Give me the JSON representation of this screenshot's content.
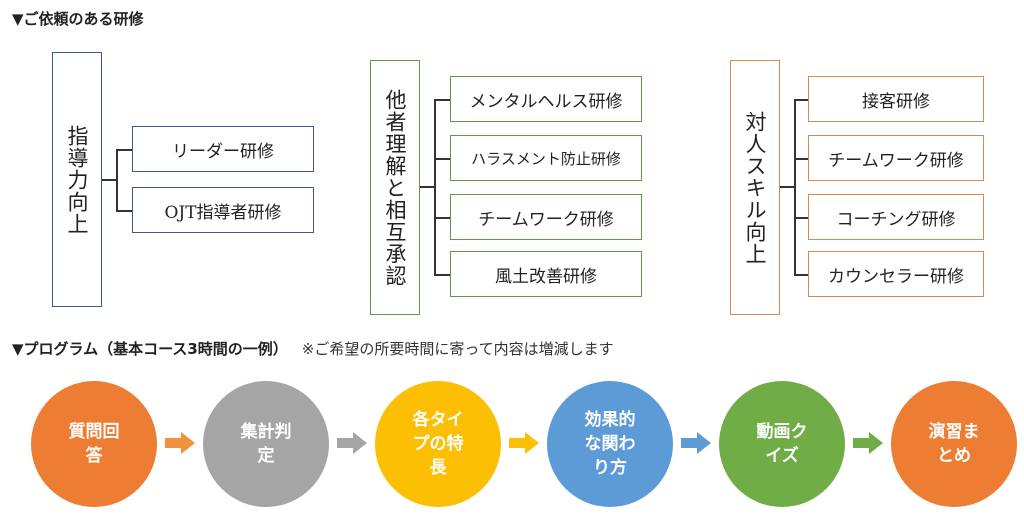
{
  "section1": {
    "title": "▼ご依頼のある研修"
  },
  "groups": [
    {
      "label": "指導力向上",
      "items": [
        "リーダー研修",
        "OJT指導者研修"
      ]
    },
    {
      "label": "他者理解と相互承認",
      "items": [
        "メンタルヘルス研修",
        "ハラスメント防止研修",
        "チームワーク研修",
        "風土改善研修"
      ]
    },
    {
      "label": "対人スキル向上",
      "items": [
        "接客研修",
        "チームワーク研修",
        "コーチング研修",
        "カウンセラー研修"
      ]
    }
  ],
  "section2": {
    "title": "▼プログラム（基本コース3時間の一例）",
    "note": "※ご希望の所要時間に寄って内容は増減します"
  },
  "steps": [
    {
      "label": "質問回\n答",
      "color": "#ec7d32"
    },
    {
      "label": "集計判\n定",
      "color": "#a5a5a5"
    },
    {
      "label": "各タイ\nプの特\n長",
      "color": "#fdbf04"
    },
    {
      "label": "効果的\nな関わ\nり方",
      "color": "#5c9bd5"
    },
    {
      "label": "動画ク\nイズ",
      "color": "#70ad47"
    },
    {
      "label": "演習ま\nとめ",
      "color": "#ec7d32"
    }
  ],
  "colors": {
    "arrow_orange": "#f0913e",
    "arrow_gray": "#a5a5a5",
    "arrow_yellow": "#fdbf04",
    "arrow_blue": "#5c9bd5",
    "arrow_green": "#70ad47"
  },
  "icons": {
    "arrow": "right-arrow-icon"
  }
}
